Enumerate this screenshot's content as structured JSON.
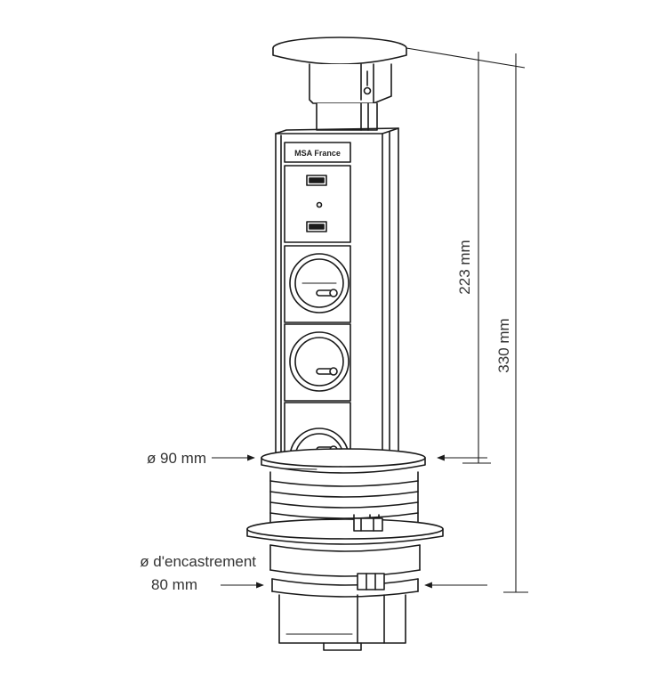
{
  "diagram": {
    "brand": "MSA France",
    "dimensions": {
      "height_raised": "223 mm",
      "height_total": "330 mm",
      "diameter": "ø 90 mm",
      "cutout_label": "ø d'encastrement",
      "cutout_value": "80 mm"
    },
    "colors": {
      "stroke": "#1a1a1a",
      "dimension_text": "#333333",
      "background": "#ffffff"
    }
  }
}
